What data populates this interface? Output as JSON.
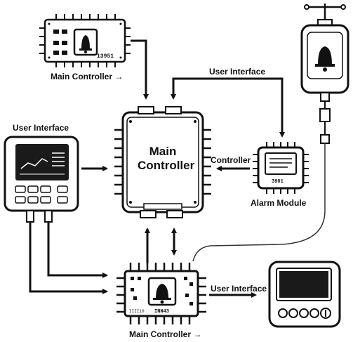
{
  "labels": {
    "top_controller": "Main Controller →",
    "bottom_controller": "Main Controller →",
    "main_controller_line1": "Main",
    "main_controller_line2": "Controller",
    "user_interface_top": "User Interface",
    "user_interface_left": "User Interface",
    "user_interface_right": "User Interface",
    "controller_arrow": "Controller",
    "alarm_module": "Alarm Module"
  },
  "chip_text": {
    "top_board": "13951",
    "alarm_chip": "3901",
    "bottom_board": "INN43",
    "bottom_board_left": "IIII10"
  },
  "icons": {
    "bell": "bell-icon",
    "waveform": "waveform-icon"
  },
  "colors": {
    "ink": "#111111",
    "screen": "#1a1a1a",
    "line": "#333333"
  }
}
